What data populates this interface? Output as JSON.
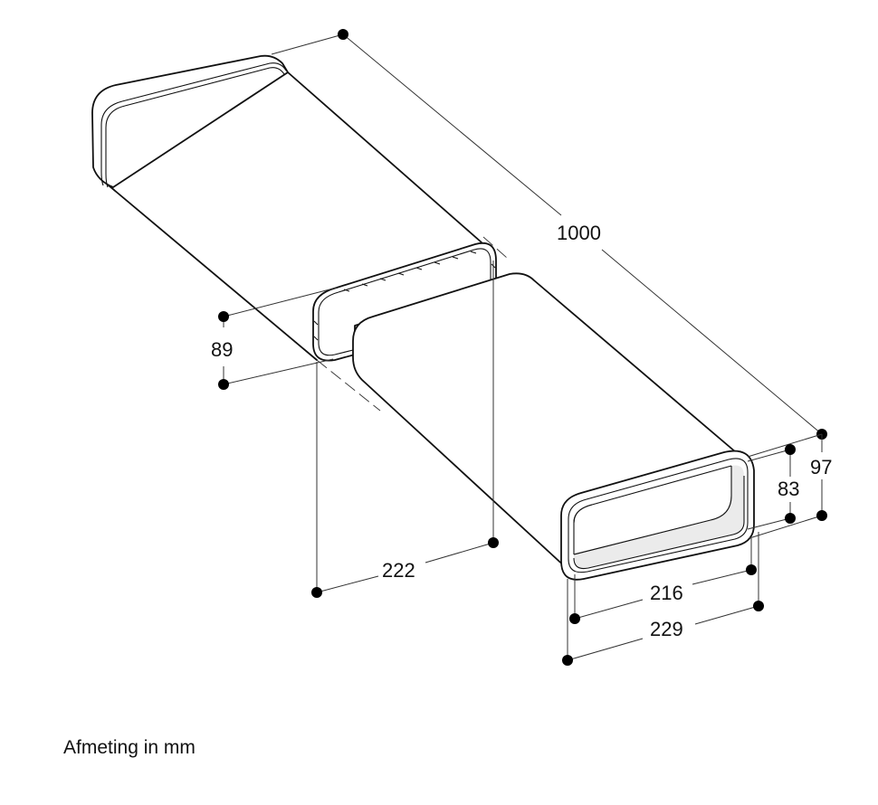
{
  "figure": {
    "subject": "flat rectangular duct set (two duct sections with connector)",
    "unit_caption": "Afmeting in mm"
  },
  "dimensions": {
    "length": {
      "label": "1000"
    },
    "connector_height": {
      "label": "89"
    },
    "connector_width": {
      "label": "222"
    },
    "inner_height": {
      "label": "83"
    },
    "outer_height": {
      "label": "97"
    },
    "inner_width": {
      "label": "216"
    },
    "outer_width": {
      "label": "229"
    }
  },
  "colors": {
    "line": "#111111",
    "dimension_line": "#333333",
    "inner_shade": "#ebebeb",
    "background": "#ffffff"
  }
}
